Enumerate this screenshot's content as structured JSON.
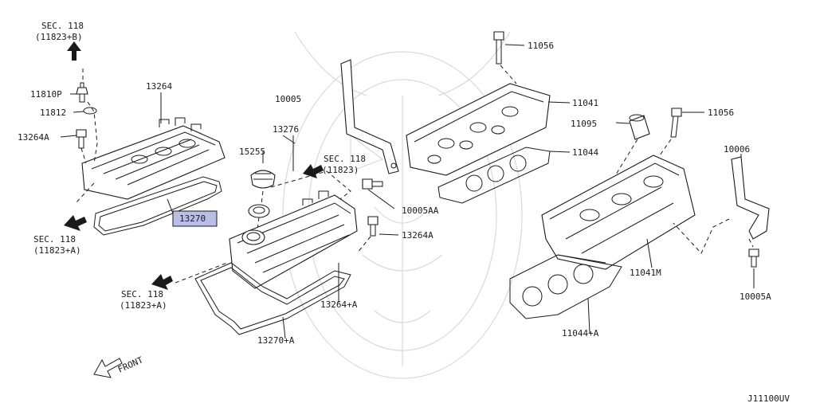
{
  "labels": {
    "sec_118_b": "SEC. 118",
    "sec_118_b_ref": "(11823+B)",
    "p11810p": "11810P",
    "p11812": "11812",
    "p13264a_left": "13264A",
    "p13264": "13264",
    "p13270": "13270",
    "sec_118_a1": "SEC. 118",
    "sec_118_a1_ref": "(11823+A)",
    "p13276": "13276",
    "p15255": "15255",
    "sec_118_c": "SEC. 118",
    "sec_118_c_ref": "(11823)",
    "p10005": "10005",
    "p10005aa": "10005AA",
    "p13264a_right": "13264A",
    "sec_118_a2": "SEC. 118",
    "sec_118_a2_ref": "(11823+A)",
    "p13264_plus_a": "13264+A",
    "p13270_plus_a": "13270+A",
    "front": "FRONT",
    "p11056_top": "11056",
    "p11041": "11041",
    "p11095": "11095",
    "p11056_right": "11056",
    "p11044": "11044",
    "p10006": "10006",
    "p11041m": "11041M",
    "p10005a": "10005A",
    "p11044_plus_a": "11044+A",
    "diagram_code": "J11100UV"
  },
  "highlight_color": "#b9bde8",
  "line_color": "#1a1a1a",
  "watermark_color": "#d9d9d9"
}
